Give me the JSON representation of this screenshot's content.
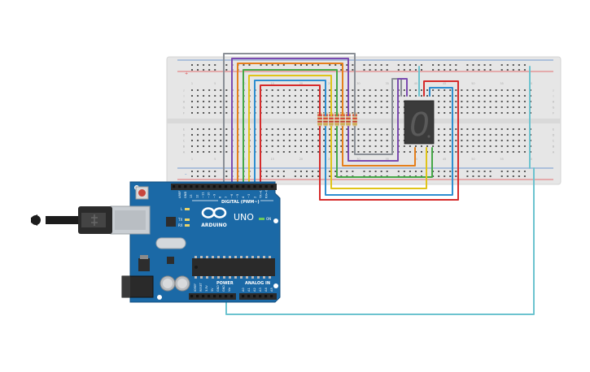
{
  "breadboard": {
    "col_labels": [
      "1",
      "5",
      "10",
      "15",
      "20",
      "25",
      "30",
      "35",
      "40",
      "45",
      "50",
      "55",
      "60"
    ],
    "row_labels_top": [
      "J",
      "I",
      "H",
      "G",
      "F"
    ],
    "row_labels_bottom": [
      "E",
      "D",
      "C",
      "B",
      "A"
    ]
  },
  "arduino": {
    "logo_text": "ARDUINO",
    "model_text": "UNO",
    "on_label": "ON",
    "tx_label": "TX",
    "rx_label": "RX",
    "l_label": "L",
    "digital_label": "DIGITAL (PWM~)",
    "power_label": "POWER",
    "analog_label": "ANALOG IN",
    "digital_pins": [
      "AREF",
      "GND",
      "13",
      "12",
      "~11",
      "~10",
      "~9",
      "8",
      "7",
      "~6",
      "~5",
      "4",
      "~3",
      "2",
      "TX→1",
      "RX←0"
    ],
    "power_pins": [
      "IOREF",
      "RESET",
      "3.3V",
      "5V",
      "GND",
      "GND",
      "Vin"
    ],
    "analog_pins": [
      "A0",
      "A1",
      "A2",
      "A3",
      "A4",
      "A5"
    ]
  },
  "display": {
    "digit": "0"
  },
  "colors": {
    "board_blue": "#1b69a6",
    "breadboard": "#e6e6e6",
    "rail_red": "#e0484c",
    "rail_blue": "#4a80c8",
    "wire_gray": "#8a8f96",
    "wire_purple": "#7b4bb0",
    "wire_orange": "#e57f1c",
    "wire_green": "#45a847",
    "wire_yellow": "#e0c418",
    "wire_blue": "#2f8ed0",
    "wire_red": "#d62b2b",
    "wire_teal": "#6cc3cf"
  }
}
